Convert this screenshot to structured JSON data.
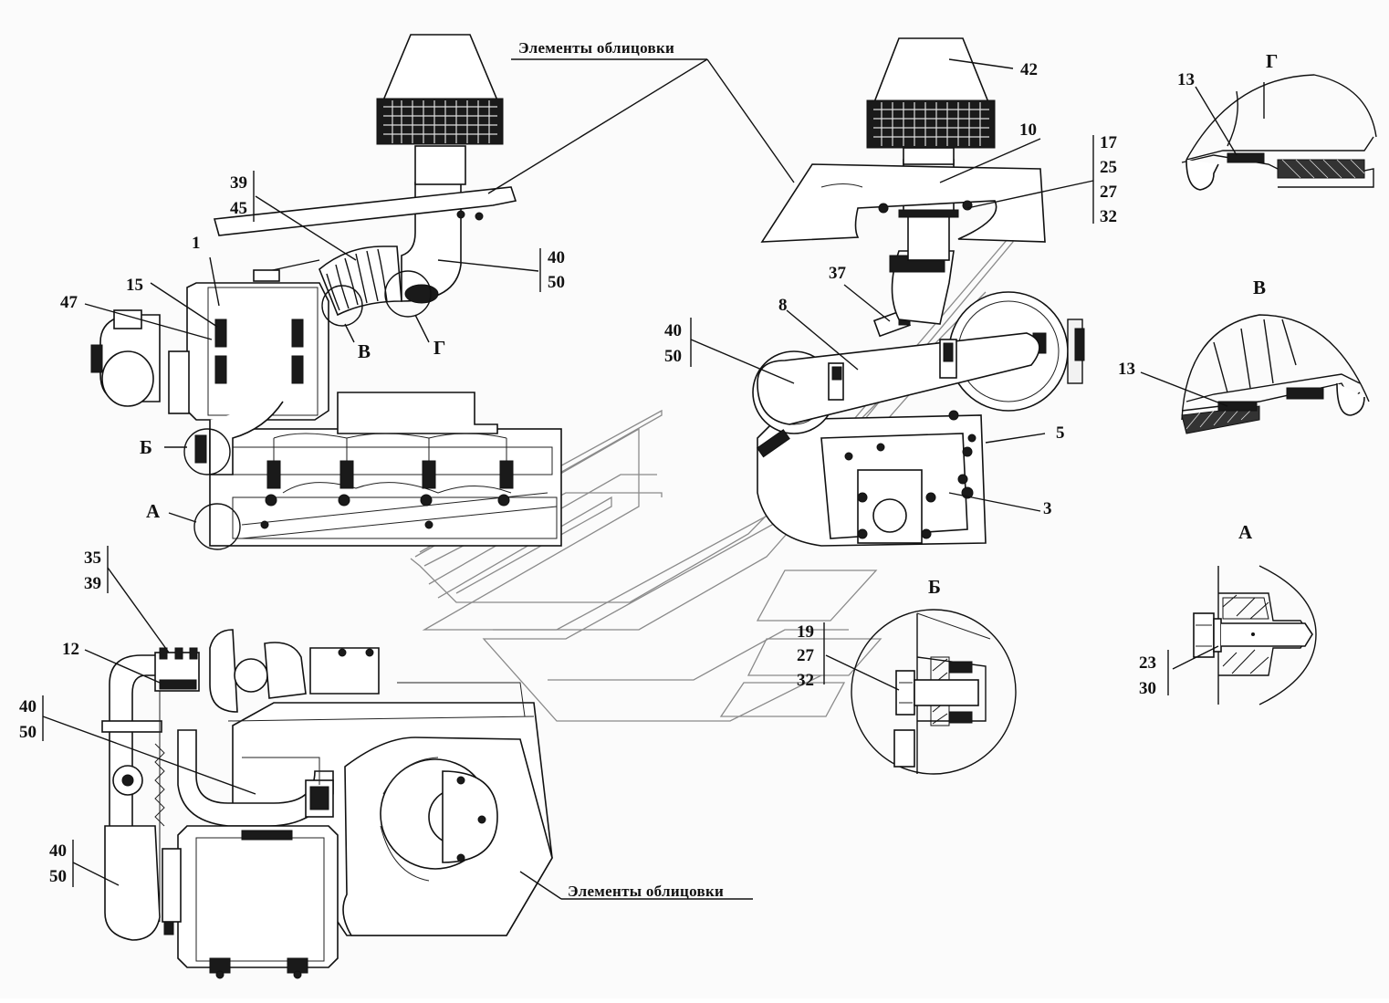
{
  "views": {
    "top_left": {
      "callouts": [
        "39",
        "45",
        "1",
        "15",
        "47",
        "40",
        "50",
        "Б",
        "А",
        "В",
        "Г"
      ]
    },
    "top_right": {
      "callouts": [
        "42",
        "10",
        "17",
        "25",
        "27",
        "32",
        "37",
        "8",
        "40",
        "50",
        "5",
        "3"
      ]
    },
    "bottom_left": {
      "callouts": [
        "35",
        "39",
        "12",
        "40",
        "50",
        "40",
        "50"
      ]
    }
  },
  "labels": {
    "trim_top": "Элементы облицовки",
    "trim_bottom": "Элементы облицовки",
    "l_39": "39",
    "l_45": "45",
    "l_1": "1",
    "l_15": "15",
    "l_47": "47",
    "l_40a": "40",
    "l_50a": "50",
    "v_B": "В",
    "v_G": "Г",
    "v_Bb": "Б",
    "v_A": "А",
    "r_42": "42",
    "r_10": "10",
    "r_17": "17",
    "r_25": "25",
    "r_27": "27",
    "r_32": "32",
    "r_37": "37",
    "r_8": "8",
    "r_40": "40",
    "r_50": "50",
    "r_5": "5",
    "r_3": "3",
    "b_35": "35",
    "b_39": "39",
    "b_12": "12",
    "b_40a": "40",
    "b_50a": "50",
    "b_40b": "40",
    "b_50b": "50"
  },
  "details": {
    "G": {
      "title": "Г",
      "callout": "13"
    },
    "V": {
      "title": "В",
      "callout": "13"
    },
    "A": {
      "title": "А",
      "callouts": [
        "23",
        "30"
      ]
    },
    "B": {
      "title": "Б",
      "callouts": [
        "19",
        "27",
        "32"
      ]
    }
  }
}
